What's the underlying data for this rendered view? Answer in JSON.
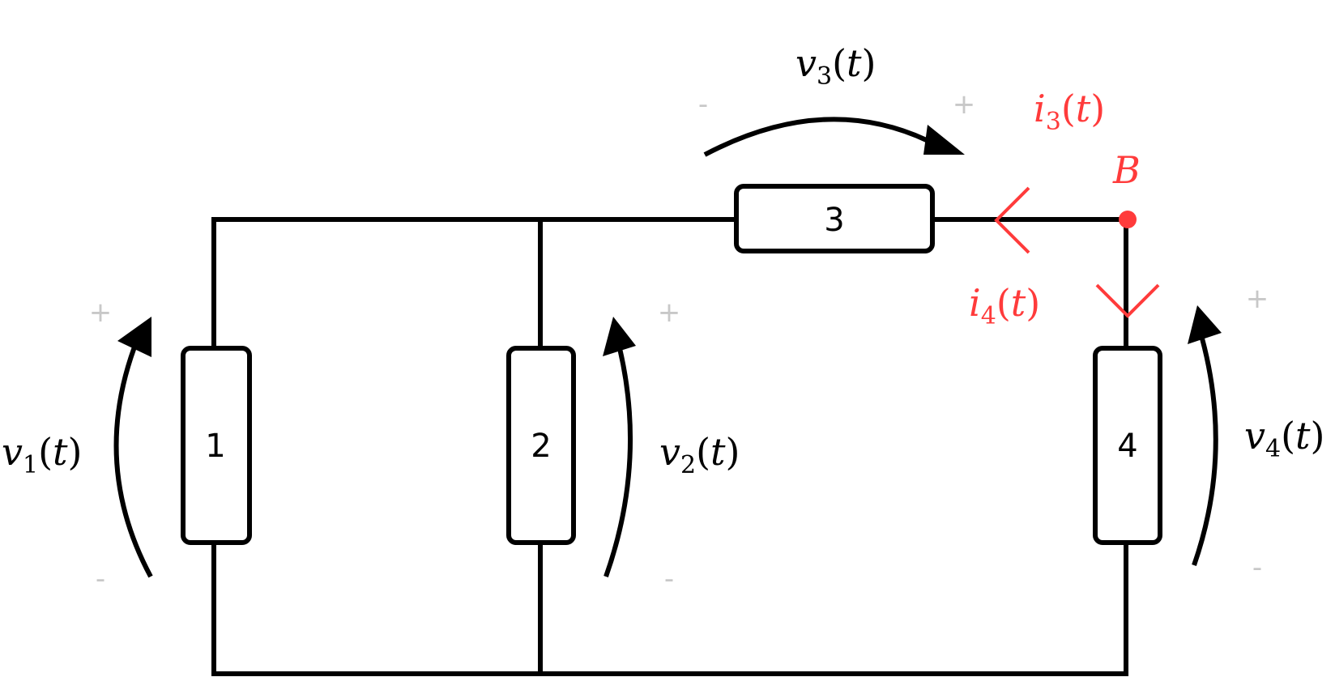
{
  "components": [
    {
      "id": "1",
      "label": "1"
    },
    {
      "id": "2",
      "label": "2"
    },
    {
      "id": "3",
      "label": "3"
    },
    {
      "id": "4",
      "label": "4"
    }
  ],
  "voltages": [
    {
      "name": "v",
      "sub": "1",
      "arg": "t"
    },
    {
      "name": "v",
      "sub": "2",
      "arg": "t"
    },
    {
      "name": "v",
      "sub": "3",
      "arg": "t"
    },
    {
      "name": "v",
      "sub": "4",
      "arg": "t"
    }
  ],
  "currents": [
    {
      "name": "i",
      "sub": "3",
      "arg": "t"
    },
    {
      "name": "i",
      "sub": "4",
      "arg": "t"
    }
  ],
  "node": {
    "label": "B"
  },
  "signs": {
    "plus": "+",
    "minus": "-"
  },
  "colors": {
    "wire": "#000000",
    "accent": "#ff3b3b",
    "sign": "#c8c8c8",
    "background": "#ffffff"
  }
}
